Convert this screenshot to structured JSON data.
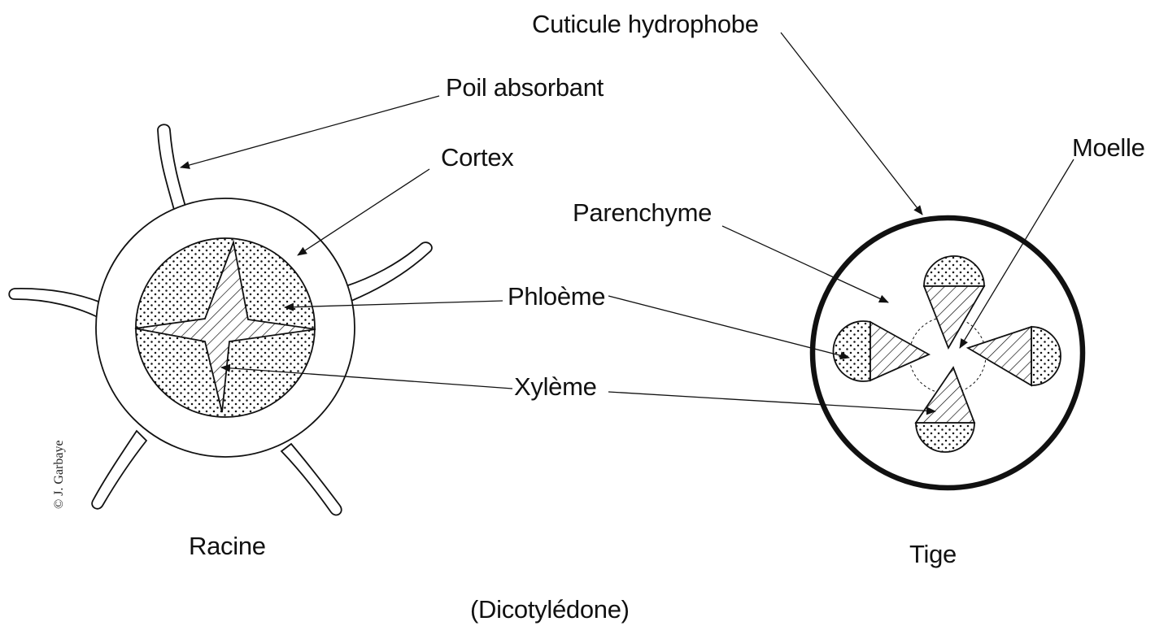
{
  "labels": {
    "cuticule": "Cuticule hydrophobe",
    "poil": "Poil absorbant",
    "cortex": "Cortex",
    "moelle": "Moelle",
    "parenchyme": "Parenchyme",
    "phloeme": "Phloème",
    "xyleme": "Xylème",
    "racine": "Racine",
    "tige": "Tige",
    "caption": "(Dicotylédone)",
    "credit": "© J. Garbaye"
  }
}
